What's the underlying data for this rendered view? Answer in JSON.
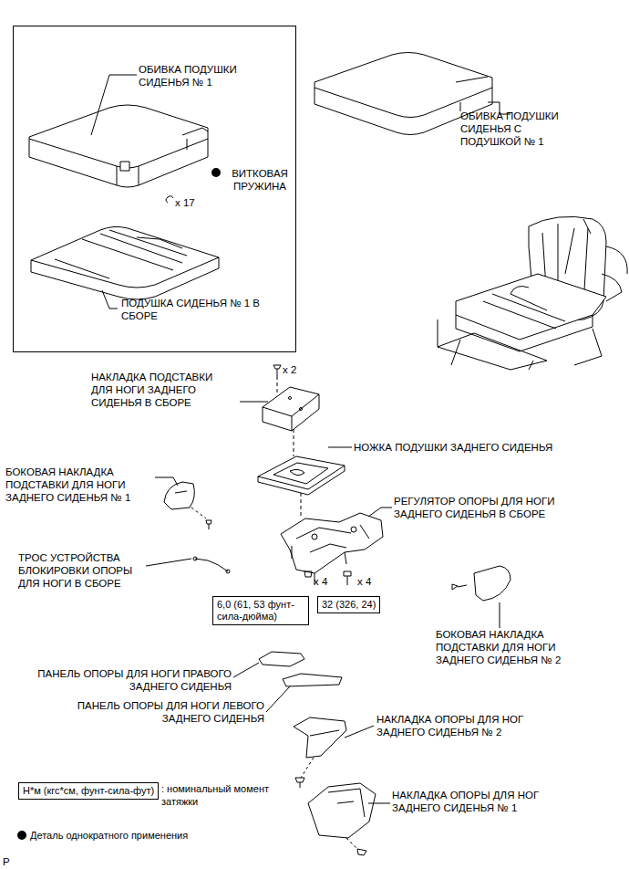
{
  "diagram": {
    "nodes": [
      {
        "text": [
          "ОБИВКА ПОДУШКИ СИДЕНЬЯ № 1",
          "ВИТКОВАЯ ПРУЖИНА",
          "x 17",
          "ПОДУШКА СИДЕНЬЯ № 1 В СБОРЕ"
        ]
      },
      {
        "text": [
          "6,0 (61, 53 фунт-сила-дюйма)"
        ]
      },
      {
        "text": [
          "32 (326, 24)"
        ]
      },
      {
        "text": [
          "Н*м (кгс*см, фунт-сила-фут)"
        ]
      }
    ],
    "labels": [
      "ОБИВКА ПОДУШКИ СИДЕНЬЯ С ПОДУШКОЙ № 1",
      "x 2",
      "НАКЛАДКА ПОДСТАВКИ ДЛЯ НОГИ ЗАДНЕГО СИДЕНЬЯ В СБОРЕ",
      "НОЖКА ПОДУШКИ ЗАДНЕГО СИДЕНЬЯ",
      "БОКОВАЯ НАКЛАДКА ПОДСТАВКИ ДЛЯ НОГИ ЗАДНЕГО СИДЕНЬЯ № 1",
      "РЕГУЛЯТОР ОПОРЫ ДЛЯ НОГИ ЗАДНЕГО СИДЕНЬЯ В СБОРЕ",
      "ТРОС УСТРОЙСТВА БЛОКИРОВКИ ОПОРЫ ДЛЯ НОГИ В СБОРЕ",
      "x 4",
      "x 4",
      "БОКОВАЯ НАКЛАДКА ПОДСТАВКИ ДЛЯ НОГИ ЗАДНЕГО СИДЕНЬЯ № 2",
      "ПАНЕЛЬ ОПОРЫ ДЛЯ НОГИ ПРАВОГО ЗАДНЕГО СИДЕНЬЯ",
      "ПАНЕЛЬ ОПОРЫ ДЛЯ НОГИ ЛЕВОГО ЗАДНЕГО СИДЕНЬЯ",
      "НАКЛАДКА ОПОРЫ ДЛЯ НОГ ЗАДНЕГО СИДЕНЬЯ № 2",
      "НАКЛАДКА ОПОРЫ ДЛЯ НОГ ЗАДНЕГО СИДЕНЬЯ № 1",
      "P"
    ],
    "legend": [
      {
        "text": ": номинальный момент затяжки"
      },
      {
        "text": "Деталь однократного применения"
      }
    ]
  }
}
